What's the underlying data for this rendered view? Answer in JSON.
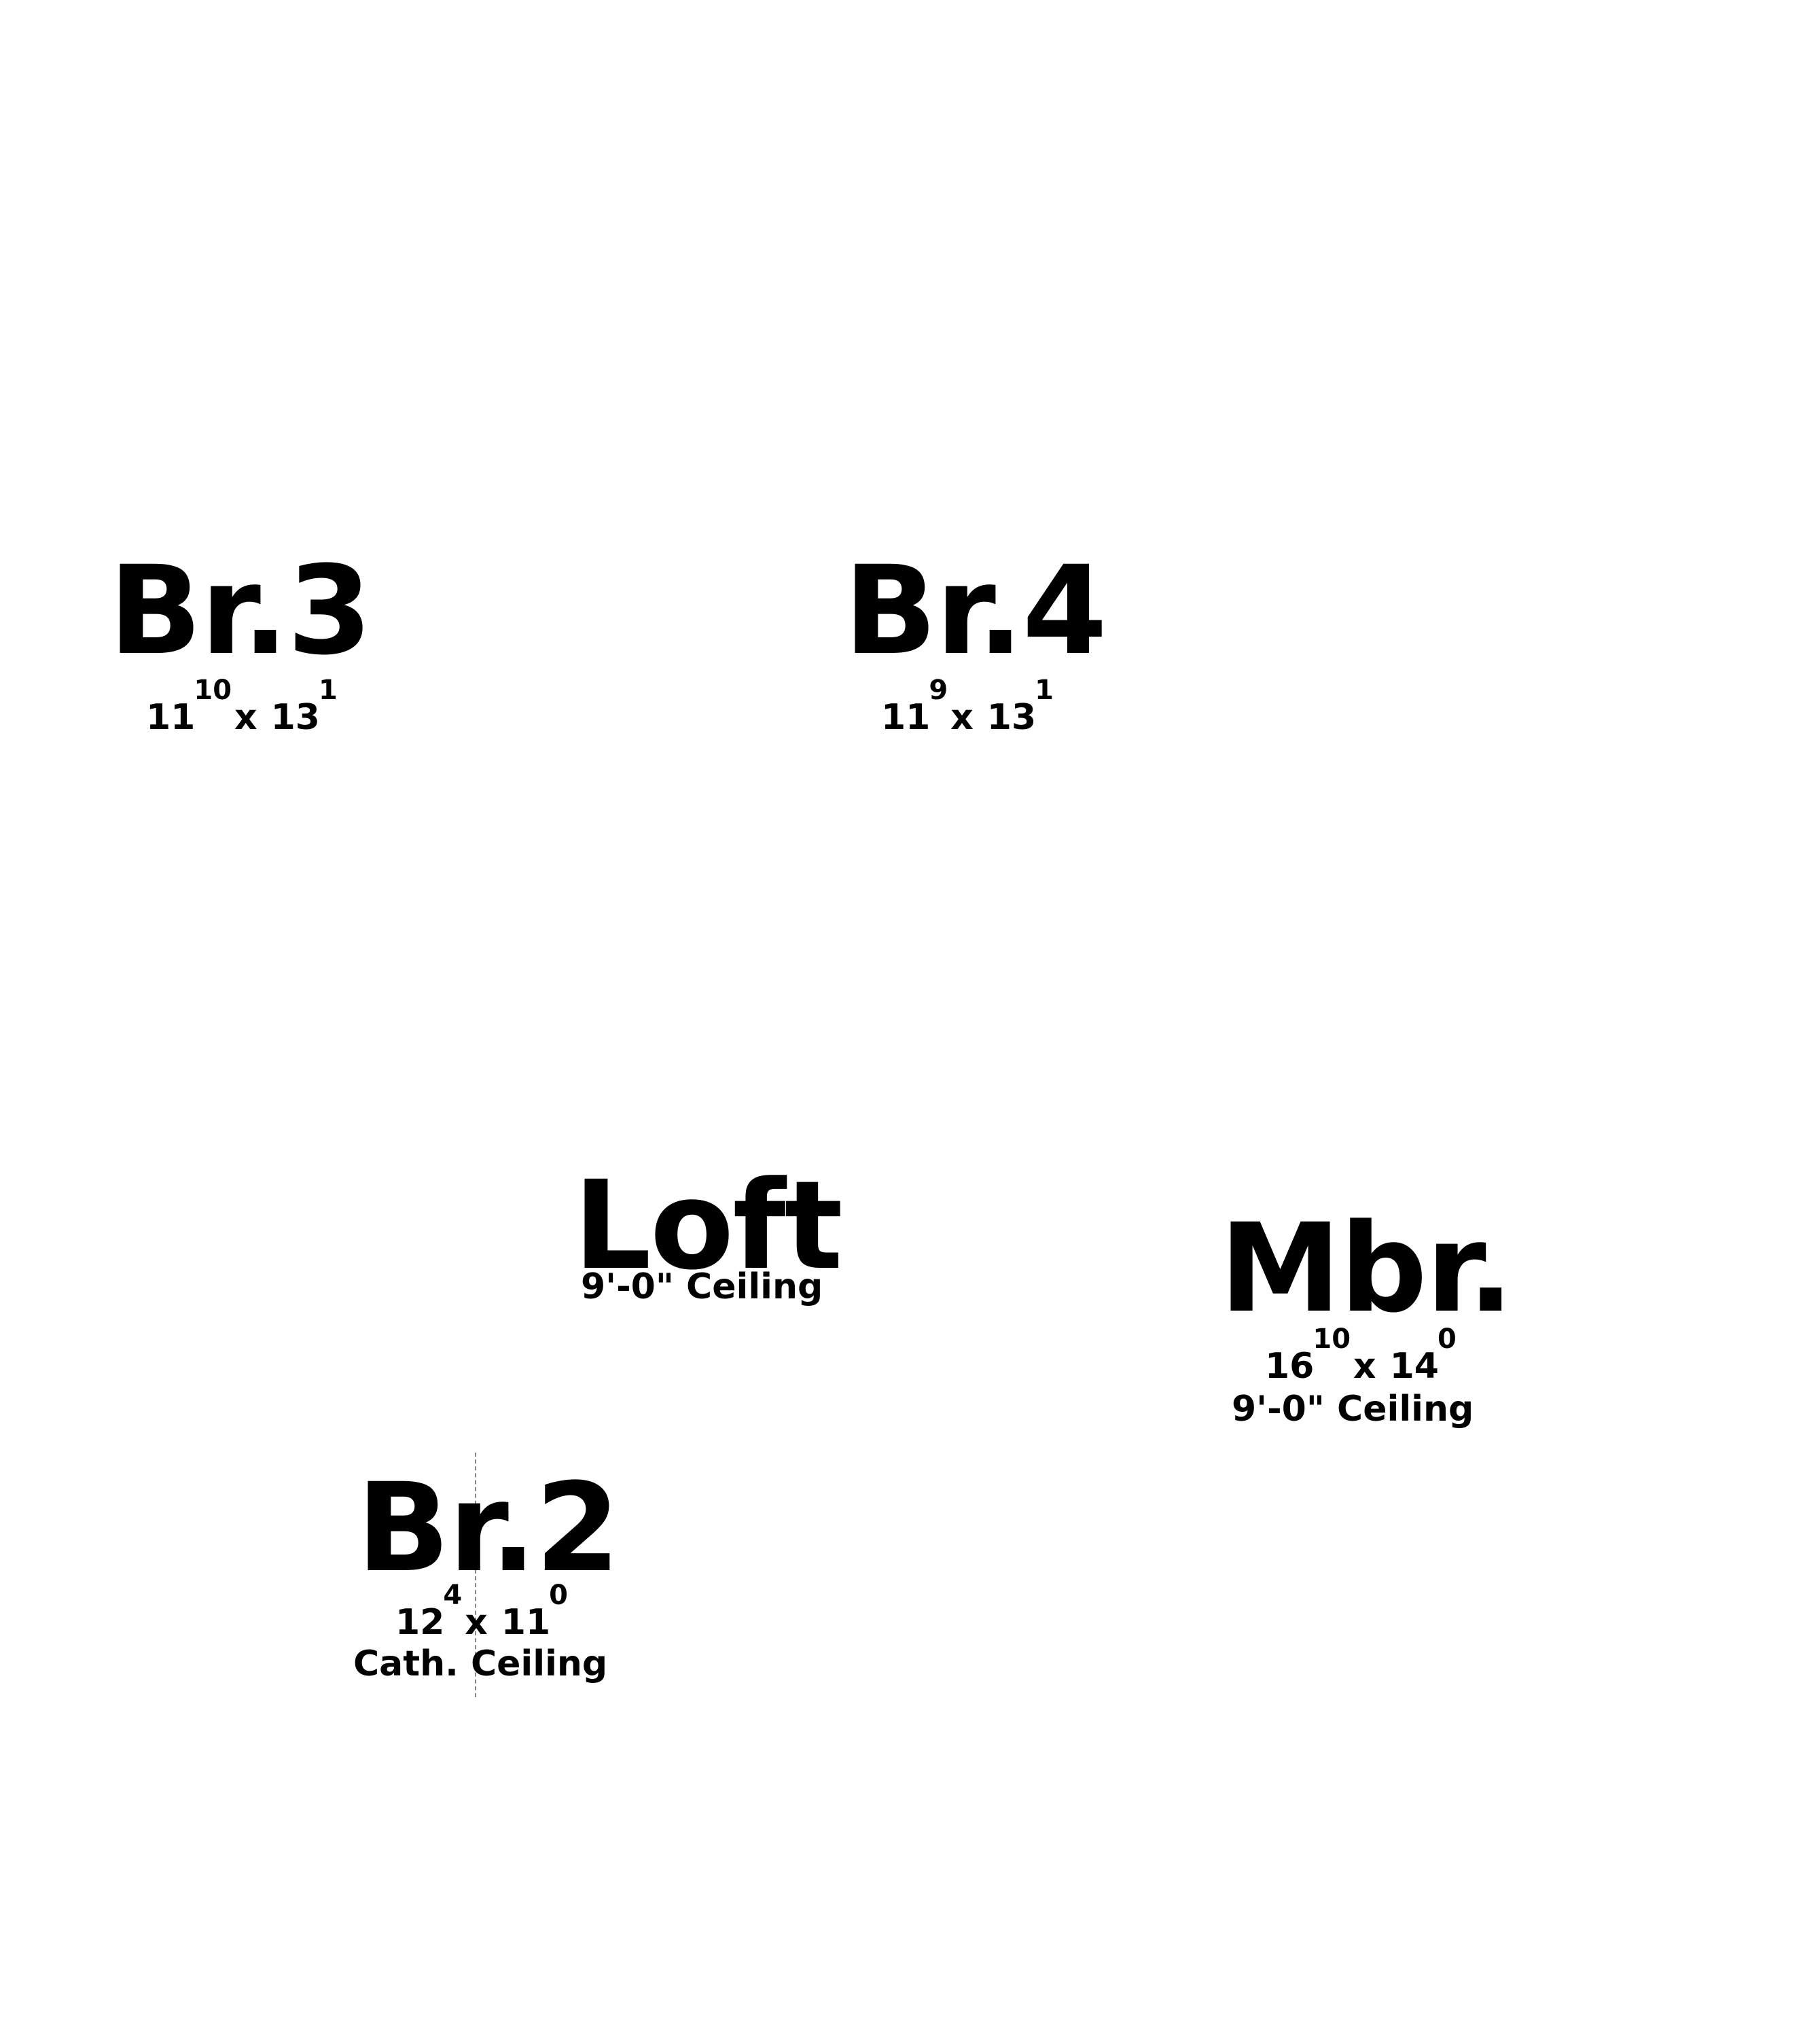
{
  "rooms": {
    "br3": {
      "name": "Br.3",
      "width_ft": "11",
      "width_in": "10",
      "x": "x",
      "length_ft": "13",
      "length_in": "1"
    },
    "br4": {
      "name": "Br.4",
      "width_ft": "11",
      "width_in": "9",
      "x": "x",
      "length_ft": "13",
      "length_in": "1"
    },
    "loft": {
      "name": "Loft",
      "ceiling": "9'-0\" Ceiling"
    },
    "mbr": {
      "name": "Mbr.",
      "width_ft": "16",
      "width_in": "10",
      "x": "x",
      "length_ft": "14",
      "length_in": "0",
      "ceiling": "9'-0\" Ceiling"
    },
    "br2": {
      "name": "Br.2",
      "width_ft": "12",
      "width_in": "4",
      "x": "x",
      "length_ft": "11",
      "length_in": "0",
      "ceiling": "Cath. Ceiling"
    }
  }
}
